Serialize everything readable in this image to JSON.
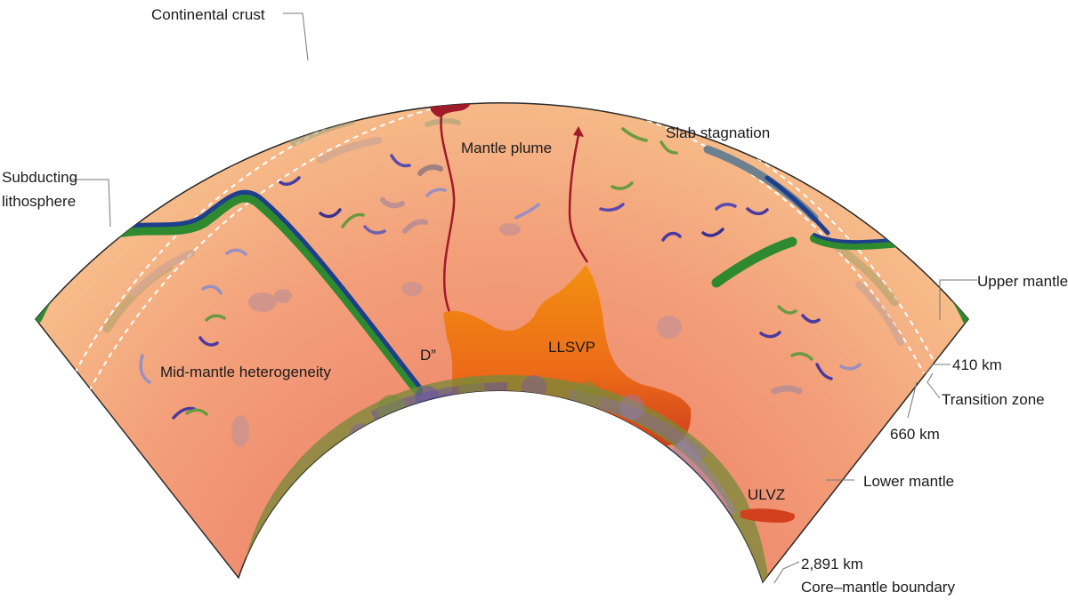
{
  "labels": {
    "continental_crust": "Continental crust",
    "subducting_lithosphere_1": "Subducting",
    "subducting_lithosphere_2": "lithosphere",
    "mantle_plume": "Mantle plume",
    "slab_stagnation": "Slab stagnation",
    "upper_mantle": "Upper mantle",
    "mid_mantle_heterogeneity": "Mid-mantle heterogeneity",
    "d_double_prime": "D”",
    "llsvp": "LLSVP",
    "depth_410": "410 km",
    "transition_zone": "Transition zone",
    "depth_660": "660 km",
    "lower_mantle": "Lower mantle",
    "ulvz": "ULVZ",
    "depth_2891": "2,891 km",
    "core_mantle_boundary": "Core–mantle boundary"
  },
  "colors": {
    "mantle_light": "#f6c08c",
    "mantle_deep": "#ee8a6e",
    "crust": "#7f868a",
    "lithosphere_green": "#2f8a2f",
    "lithosphere_blue": "#1d3f8c",
    "plume": "#a01a2a",
    "llsvp_top": "#f08a10",
    "llsvp_base": "#d2401e",
    "dpp_green": "#6f8a3a",
    "dpp_purple": "#6a55b8"
  }
}
